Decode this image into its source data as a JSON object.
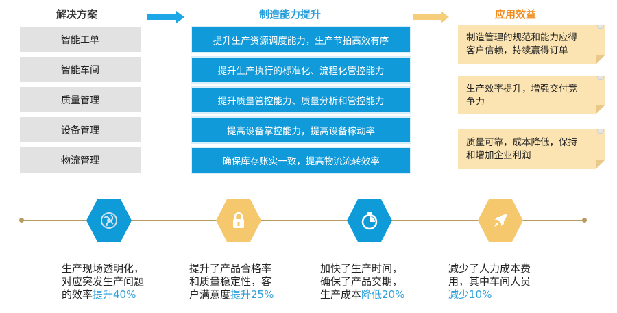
{
  "headers": {
    "solutions": "解决方案",
    "capability": "制造能力提升",
    "benefits": "应用效益"
  },
  "solutions": [
    "智能工单",
    "智能车间",
    "质量管理",
    "设备管理",
    "物流管理"
  ],
  "capabilities": [
    "提升生产资源调度能力，生产节拍高效有序",
    "提升生产执行的标准化、流程化管控能力",
    "提升质量管控能力、质量分析和管控能力",
    "提高设备掌控能力，提高设备稼动率",
    "确保库存账实一致，提高物流流转效率"
  ],
  "benefits": [
    {
      "line1": "制造管理的规范和能力应得",
      "line2": "客户信赖，持续赢得订单"
    },
    {
      "line1": "生产效率提升，增强交付竞",
      "line2": "争力"
    },
    {
      "line1": "质量可靠，成本降低，保持",
      "line2": "和增加企业利润"
    }
  ],
  "milestones": [
    {
      "icon": "globe-icon",
      "color": "#0f9ad8",
      "line1": "生产现场透明化，",
      "line2": "对应突发生产问题",
      "line3_prefix": "的效率",
      "highlight": "提升40%"
    },
    {
      "icon": "lock-icon",
      "color": "#f6c86e",
      "line1": "提升了产品合格率",
      "line2": "和质量稳定性，客",
      "line3_prefix": "户满意度",
      "highlight": "提升25%"
    },
    {
      "icon": "stopwatch-icon",
      "color": "#0f9ad8",
      "line1": "加快了生产时间，",
      "line2": "确保了产品交期，",
      "line3_prefix": "生产成本",
      "highlight": "降低20%"
    },
    {
      "icon": "rocket-icon",
      "color": "#f6c86e",
      "line1": "减少了人力成本费",
      "line2": "用，其中车间人员",
      "line3_prefix": "",
      "highlight": "减少10%"
    }
  ],
  "colors": {
    "blue": "#109ad9",
    "orange_header": "#f08c1e",
    "note_bg": "#fbe4b1",
    "highlight": "#2a9fdc",
    "timeline": "#b89b62"
  }
}
